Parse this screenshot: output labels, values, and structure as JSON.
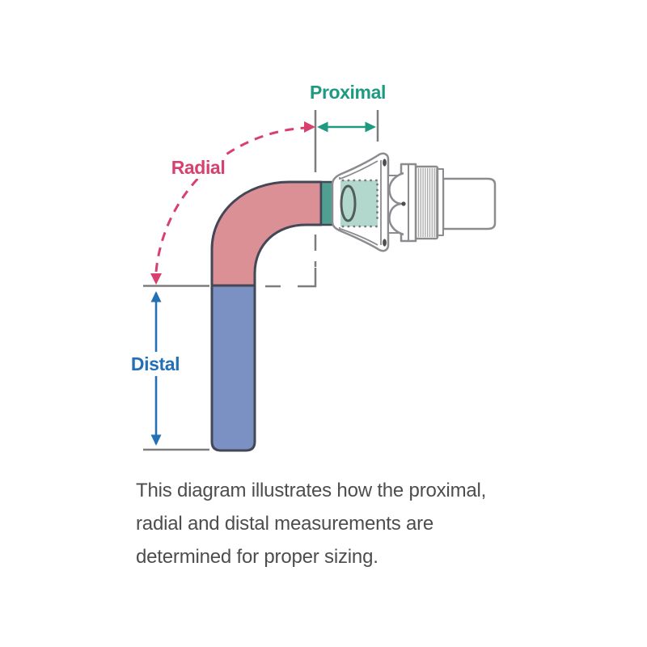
{
  "diagram": {
    "labels": {
      "proximal": "Proximal",
      "radial": "Radial",
      "distal": "Distal"
    },
    "caption": {
      "lines": [
        "This diagram illustrates how the proximal,",
        "radial and distal measurements are",
        "determined for proper sizing."
      ]
    },
    "colors": {
      "proximal_accent": "#1d9a81",
      "radial_accent": "#d8406f",
      "distal_accent": "#2470b6",
      "tube_radial_fill": "#da9095",
      "tube_distal_fill": "#7b90c3",
      "tube_proximal_fill": "#4fa092",
      "tube_hidden_fill": "#b2d8ce",
      "tube_outline": "#434756",
      "hardware_outline": "#8b8b90",
      "reference_line": "#7d7d7d",
      "caption_text": "#4d4d4d"
    }
  }
}
